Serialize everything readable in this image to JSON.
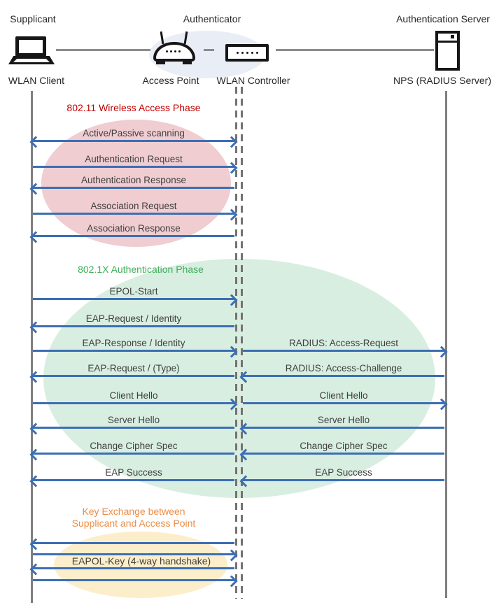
{
  "header": {
    "roles": [
      {
        "label": "Supplicant"
      },
      {
        "label": "Authenticator"
      },
      {
        "label": "Authentication Server"
      }
    ],
    "devices": [
      {
        "label": "WLAN Client",
        "icon": "laptop-icon"
      },
      {
        "label": "Access Point",
        "icon": "access-point-icon"
      },
      {
        "label": "WLAN Controller",
        "icon": "wlan-controller-icon"
      },
      {
        "label": "NPS (RADIUS Server)",
        "icon": "server-icon"
      }
    ]
  },
  "phases": {
    "wireless_access": {
      "title": "802.11 Wireless Access Phase",
      "title_color": "#C00000",
      "ellipse_color": "#F0CDD1",
      "messages": [
        {
          "label": "Active/Passive scanning",
          "direction": "both"
        },
        {
          "label": "Authentication Request",
          "direction": "right"
        },
        {
          "label": "Authentication Response",
          "direction": "left"
        },
        {
          "label": "Association Request",
          "direction": "right"
        },
        {
          "label": "Association Response",
          "direction": "left"
        }
      ]
    },
    "authentication": {
      "title": "802.1X Authentication Phase",
      "title_color": "#3FAE5A",
      "ellipse_color": "#D8EEE1",
      "client_messages": [
        {
          "label": "EPOL-Start",
          "direction": "right"
        },
        {
          "label": "EAP-Request / Identity",
          "direction": "left"
        },
        {
          "label": "EAP-Response / Identity",
          "direction": "right"
        },
        {
          "label": "EAP-Request / (Type)",
          "direction": "left"
        },
        {
          "label": "Client Hello",
          "direction": "right"
        },
        {
          "label": "Server Hello",
          "direction": "left"
        },
        {
          "label": "Change Cipher Spec",
          "direction": "left"
        },
        {
          "label": "EAP Success",
          "direction": "left"
        }
      ],
      "server_messages": [
        {
          "label": "RADIUS: Access-Request",
          "direction": "right"
        },
        {
          "label": "RADIUS: Access-Challenge",
          "direction": "left"
        },
        {
          "label": "Client Hello",
          "direction": "right"
        },
        {
          "label": "Server Hello",
          "direction": "left"
        },
        {
          "label": "Change Cipher Spec",
          "direction": "left"
        },
        {
          "label": "EAP Success",
          "direction": "left"
        }
      ]
    },
    "key_exchange": {
      "title_line1": "Key Exchange between",
      "title_line2": "Supplicant and Access Point",
      "title_color": "#EB8D47",
      "ellipse_color": "#FDEECB",
      "label": "EAPOL-Key (4-way handshake)",
      "arrows": [
        {
          "direction": "left"
        },
        {
          "direction": "right"
        },
        {
          "direction": "left"
        },
        {
          "direction": "right"
        }
      ]
    }
  },
  "colors": {
    "arrow": "#3C6EB4",
    "lifeline": "#7F7F7F",
    "message_text": "#3F3F3F",
    "header_ellipse": "#E9EDF6"
  }
}
